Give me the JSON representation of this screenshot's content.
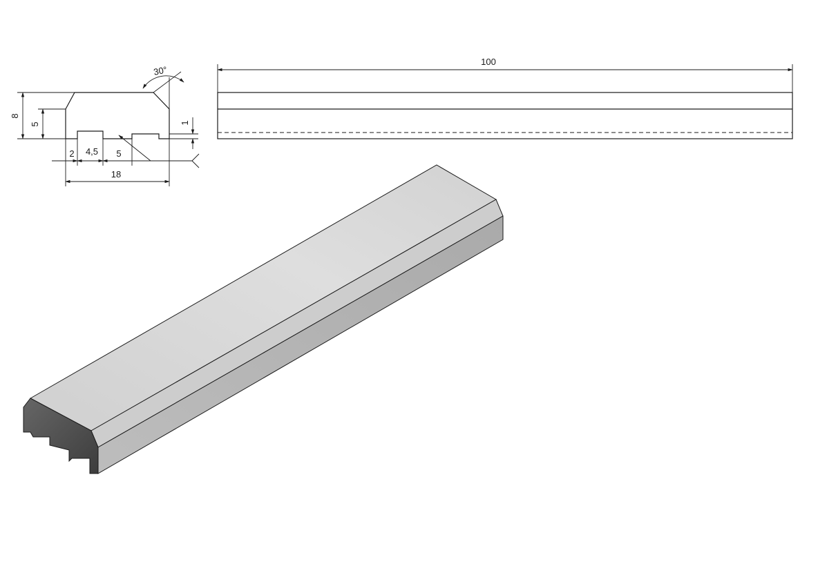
{
  "dimensions": {
    "height_total": "8",
    "height_inner": "5",
    "slot_offset": "2",
    "slot_width": "4,5",
    "land_width": "5",
    "total_width": "18",
    "lip_depth": "1",
    "chamfer_angle": "30°",
    "length": "100"
  },
  "colors": {
    "line": "#1a1a1a",
    "top_face": "#d7d7d7",
    "front_face": "#b9b9b9",
    "chamfer_face": "#cccccc",
    "end_face": "#5a5a5a"
  }
}
